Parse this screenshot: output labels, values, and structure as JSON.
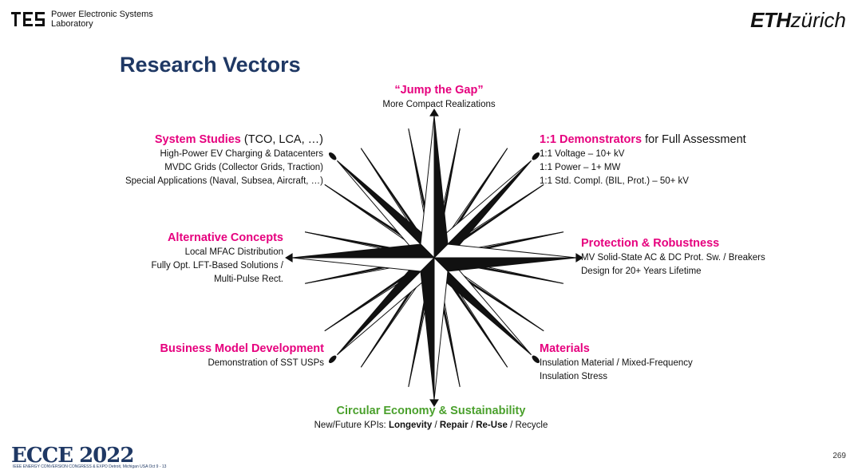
{
  "header": {
    "lab_name_line1": "Power Electronic Systems",
    "lab_name_line2": "Laboratory",
    "eth_bold": "ETH",
    "eth_rest": "zürich"
  },
  "title": "Research Vectors",
  "vectors": {
    "north": {
      "heading": "“Jump the Gap”",
      "lines": [
        "More Compact Realizations"
      ]
    },
    "northwest": {
      "heading": "System Studies",
      "heading_suffix": " (TCO, LCA, …)",
      "lines": [
        "High-Power EV Charging & Datacenters",
        "MVDC Grids (Collector Grids, Traction)",
        "Special Applications (Naval, Subsea, Aircraft, …)"
      ]
    },
    "northeast": {
      "heading": "1:1 Demonstrators",
      "heading_suffix": " for Full Assessment",
      "lines": [
        "1:1 Voltage – 10+ kV",
        "1:1 Power – 1+ MW",
        "1:1 Std. Compl. (BIL, Prot.) – 50+ kV"
      ]
    },
    "west": {
      "heading": "Alternative Concepts",
      "lines": [
        "Local MFAC Distribution",
        "Fully Opt. LFT-Based Solutions /",
        "Multi-Pulse Rect."
      ]
    },
    "east": {
      "heading": "Protection & Robustness",
      "lines": [
        "MV Solid-State AC & DC Prot. Sw. / Breakers",
        "Design for 20+ Years Lifetime"
      ]
    },
    "southwest": {
      "heading": "Business Model Development",
      "lines": [
        "Demonstration of SST USPs"
      ]
    },
    "southeast": {
      "heading": "Materials",
      "lines": [
        "Insulation  Material / Mixed-Frequency",
        "Insulation Stress"
      ]
    },
    "south": {
      "heading": "Circular Economy & Sustainability",
      "kpi_prefix": "New/Future KPIs: ",
      "kpi_longevity": "Longevity",
      "sep1": " / ",
      "kpi_repair": "Repair",
      "sep2": " / ",
      "kpi_reuse": "Re-Use",
      "sep3": " / ",
      "kpi_recycle": "Recycle"
    }
  },
  "footer": {
    "conference_logo": "ECCE 2022",
    "conference_sub": "IEEE ENERGY CONVERSION CONGRESS & EXPO  Detroit, Michigan USA Oct 9 - 13",
    "page_number": "269"
  },
  "colors": {
    "title": "#1f3864",
    "heading": "#e6007e",
    "green": "#4aa02c"
  }
}
